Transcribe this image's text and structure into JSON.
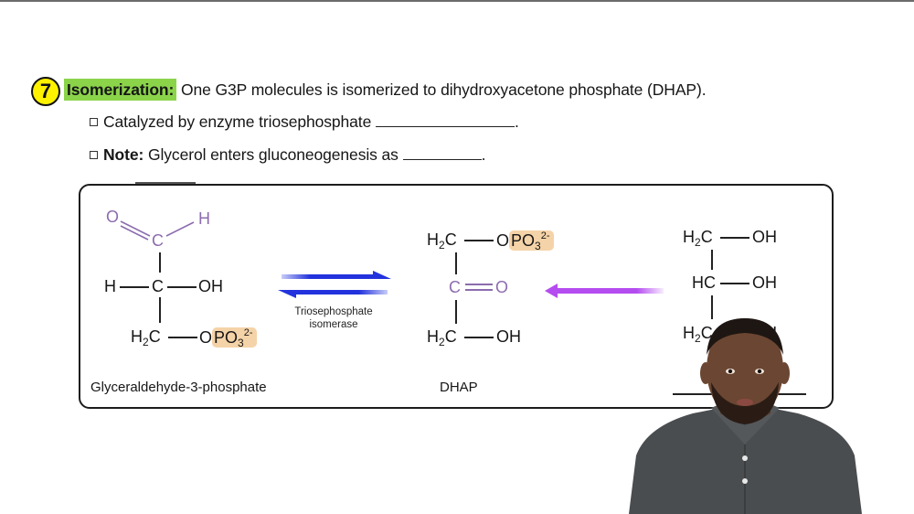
{
  "slide": {
    "step_number": "7",
    "heading_label": "Isomerization:",
    "heading_text": "One G3P molecules is isomerized to dihydroxyacetone phosphate (DHAP).",
    "bullets": [
      {
        "prefix": "",
        "text": "Catalyzed by enzyme triosephosphate",
        "blank": "________________",
        "suffix": "."
      },
      {
        "prefix": "Note:",
        "text": "Glycerol enters gluconeogenesis as",
        "blank": "_________",
        "suffix": "."
      }
    ]
  },
  "diagram": {
    "g3p": {
      "aldehyde_O": "O",
      "aldehyde_C": "C",
      "aldehyde_H": "H",
      "middle_H": "H",
      "middle_C": "C",
      "middle_OH": "OH",
      "bottom_H2C": "H2C",
      "bottom_O": "O",
      "phosphate": "PO3",
      "charge": "2-",
      "label": "Glyceraldehyde-3-phosphate"
    },
    "enzyme_label_line1": "Triosephosphate",
    "enzyme_label_line2": "isomerase",
    "dhap": {
      "top_H2C": "H2C",
      "top_O": "O",
      "phosphate": "PO3",
      "charge": "2-",
      "keto_C": "C",
      "keto_O": "O",
      "bottom_H2C": "H2C",
      "bottom_OH": "OH",
      "label": "DHAP"
    },
    "glycerol": {
      "top_H2C": "H2C",
      "top_OH": "OH",
      "mid_HC": "HC",
      "mid_OH": "OH",
      "bottom_H2C": "H2C",
      "bottom_OH": "OH",
      "label_blank": ""
    },
    "colors": {
      "purple_atoms": "#8c6cae",
      "phosphate_highlight": "#f5d3a8",
      "equilibrium_arrow": "#2233dd",
      "glycerol_arrow": "#b44cf0",
      "heading_highlight": "#8bd44a",
      "step_badge": "#fff200"
    }
  },
  "presenter": {
    "description": "instructor webcam overlay"
  }
}
